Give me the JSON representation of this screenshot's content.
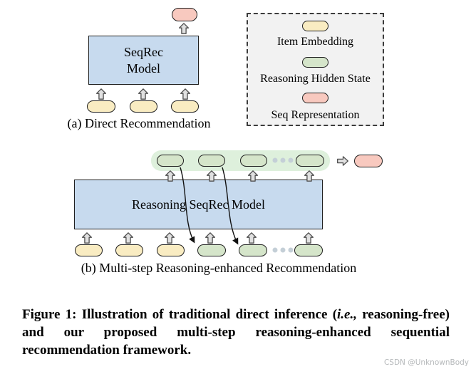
{
  "colors": {
    "item_embedding": "#f9ecc2",
    "hidden_state": "#d5e5ca",
    "seq_repr": "#f8c9bf",
    "model_box": "#c7daee",
    "band": "#def0dc",
    "legend_bg": "#f2f2f2",
    "outline": "#1f1f1f",
    "arrow_fill": "#e0e0e0",
    "arrow_stroke": "#4d4d4d",
    "dots": "#c4cfd7",
    "caption_text": "#000000",
    "watermark": "#b5b8ba"
  },
  "panel_a": {
    "model_label": "SeqRec\nModel",
    "caption": "(a) Direct Recommendation"
  },
  "panel_b": {
    "model_label": "Reasoning SeqRec Model",
    "caption": "(b) Multi-step Reasoning-enhanced Recommendation"
  },
  "legend": {
    "items": [
      {
        "label": "Item Embedding",
        "swatch": "item-embedding-pill"
      },
      {
        "label": "Reasoning Hidden State",
        "swatch": "reasoning-hidden-state-pill"
      },
      {
        "label": "Seq Representation",
        "swatch": "seq-representation-pill"
      }
    ]
  },
  "figure_caption": {
    "prefix": "Figure 1: Illustration of traditional direct inference (",
    "italic": "i.e.,",
    "suffix": " reasoning-free) and our proposed multi-step reasoning-enhanced sequential recommendation framework."
  },
  "watermark": "CSDN @UnknownBody"
}
